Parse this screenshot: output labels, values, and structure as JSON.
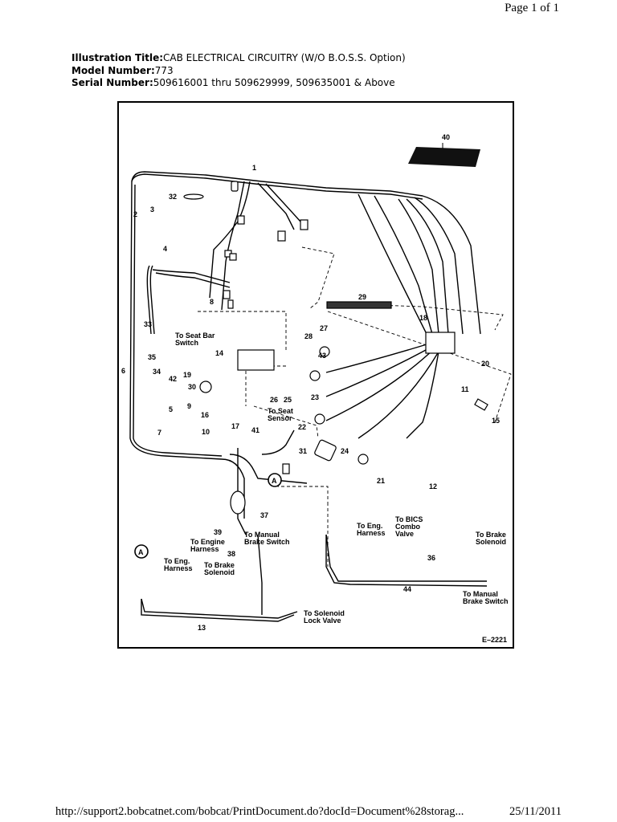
{
  "header": {
    "page": "Page 1 of 1"
  },
  "meta": {
    "title_key": "Illustration Title:",
    "title_value": "CAB ELECTRICAL CIRCUITRY (W/O B.O.S.S. Option)",
    "model_key": "Model Number:",
    "model_value": "773",
    "serial_key": "Serial Number:",
    "serial_value": "509616001 thru 509629999, 509635001 & Above"
  },
  "figure": {
    "figure_id": "E–2221",
    "callouts": [
      "1",
      "2",
      "3",
      "4",
      "5",
      "6",
      "7",
      "8",
      "9",
      "10",
      "11",
      "12",
      "13",
      "14",
      "15",
      "16",
      "17",
      "18",
      "19",
      "20",
      "21",
      "22",
      "23",
      "24",
      "25",
      "26",
      "27",
      "28",
      "29",
      "30",
      "31",
      "32",
      "33",
      "34",
      "35",
      "36",
      "37",
      "38",
      "39",
      "40",
      "41",
      "42",
      "43",
      "44"
    ],
    "connector_labels": {
      "a1": "A",
      "a2": "A"
    },
    "notes": {
      "seat_bar": [
        "To Seat Bar",
        "Switch"
      ],
      "seat_sensor": [
        "To Seat",
        "Sensor"
      ],
      "engine_harness": [
        "To Engine",
        "Harness"
      ],
      "manual_brake": [
        "To Manual",
        "Brake Switch"
      ],
      "eng_harness_left": [
        "To Eng.",
        "Harness"
      ],
      "brake_solenoid_left": [
        "To Brake",
        "Solenoid"
      ],
      "solenoid_lock": [
        "To Solenoid",
        "Lock Valve"
      ],
      "eng_harness_right": [
        "To Eng.",
        "Harness"
      ],
      "bics": [
        "To BICS",
        "Combo",
        "Valve"
      ],
      "brake_solenoid_right": [
        "To Brake",
        "Solenoid"
      ],
      "manual_brake_right": [
        "To Manual",
        "Brake Switch"
      ]
    }
  },
  "footer": {
    "url": "http://support2.bobcatnet.com/bobcat/PrintDocument.do?docId=Document%28storag...",
    "date": "25/11/2011"
  }
}
